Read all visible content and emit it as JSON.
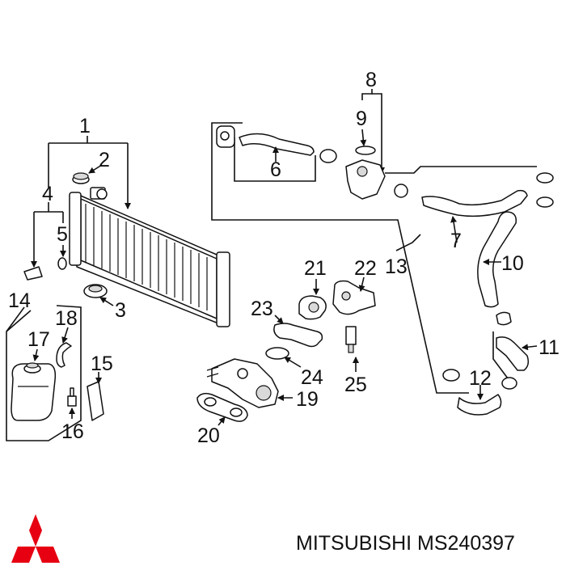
{
  "callouts": {
    "c1": "1",
    "c2": "2",
    "c3": "3",
    "c4": "4",
    "c5": "5",
    "c6": "6",
    "c7": "7",
    "c8": "8",
    "c9": "9",
    "c10": "10",
    "c11": "11",
    "c12": "12",
    "c13": "13",
    "c14": "14",
    "c15": "15",
    "c16": "16",
    "c17": "17",
    "c18": "18",
    "c19": "19",
    "c20": "20",
    "c21": "21",
    "c22": "22",
    "c23": "23",
    "c24": "24",
    "c25": "25"
  },
  "footer": {
    "brand_part": "MITSUBISHI MS240397",
    "logo_icon": "mitsubishi-three-diamonds-logo",
    "logo_color": "#e60012"
  }
}
